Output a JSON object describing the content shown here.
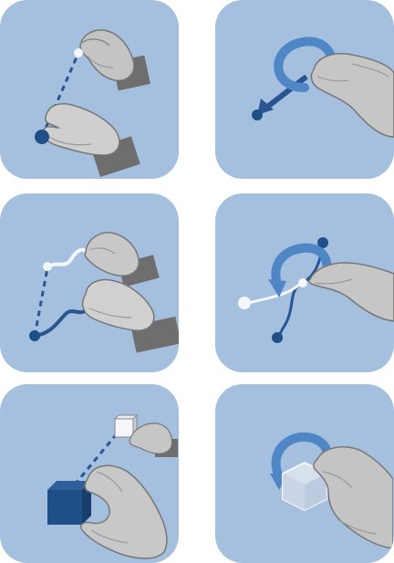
{
  "colors": {
    "panel_background": "#a5bfdf",
    "path_dark": "#2a5593",
    "arc_light": "#4f86c6",
    "cube_dark": "#1e4f87",
    "point_white": "#f4f6fa",
    "hand_light": "#d8d8d8",
    "hand_mid": "#b4b4b4",
    "hand_dark": "#6e6e6e"
  },
  "panels": [
    {
      "name": "pinch-drag-gesture",
      "icons": [
        "pinch-hand-icon",
        "dashed-path-icon",
        "start-point-icon",
        "end-point-icon"
      ]
    },
    {
      "name": "pinch-rotate-pull-gesture",
      "icons": [
        "pinch-hand-icon",
        "rotation-arrow-icon",
        "pull-arrow-icon"
      ]
    },
    {
      "name": "pinch-free-path-gesture",
      "icons": [
        "pinch-hand-icon",
        "curved-path-icon",
        "dashed-path-icon"
      ]
    },
    {
      "name": "pinch-rotate-branch-gesture",
      "icons": [
        "pinch-hand-icon",
        "rotation-arrow-icon",
        "branch-path-icon"
      ]
    },
    {
      "name": "grab-cube-move-gesture",
      "icons": [
        "grab-hand-icon",
        "cube-icon",
        "dashed-path-icon"
      ]
    },
    {
      "name": "grab-cube-rotate-gesture",
      "icons": [
        "grab-hand-icon",
        "cube-icon",
        "rotation-arrow-icon"
      ]
    }
  ]
}
